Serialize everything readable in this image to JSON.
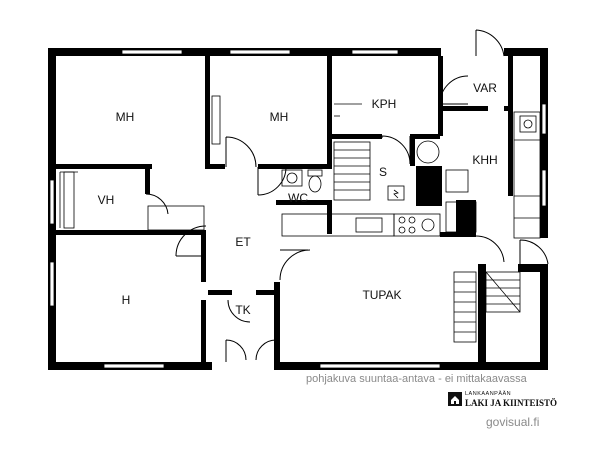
{
  "rooms": {
    "mh1": "MH",
    "mh2": "MH",
    "kph": "KPH",
    "var": "VAR",
    "s": "S",
    "khh": "KHH",
    "wc": "WC",
    "vh": "VH",
    "et": "ET",
    "h": "H",
    "tk": "TK",
    "tupak": "TUPAK"
  },
  "caption": "pohjakuva suuntaa-antava - ei mittakaavassa",
  "logo": {
    "top_text": "LANKAANPÄÄN",
    "main_text": "LAKI JA KIINTEISTÖ"
  },
  "website": "govisual.fi",
  "colors": {
    "wall": "#000000",
    "background": "#ffffff",
    "caption": "#8a8a8a"
  }
}
